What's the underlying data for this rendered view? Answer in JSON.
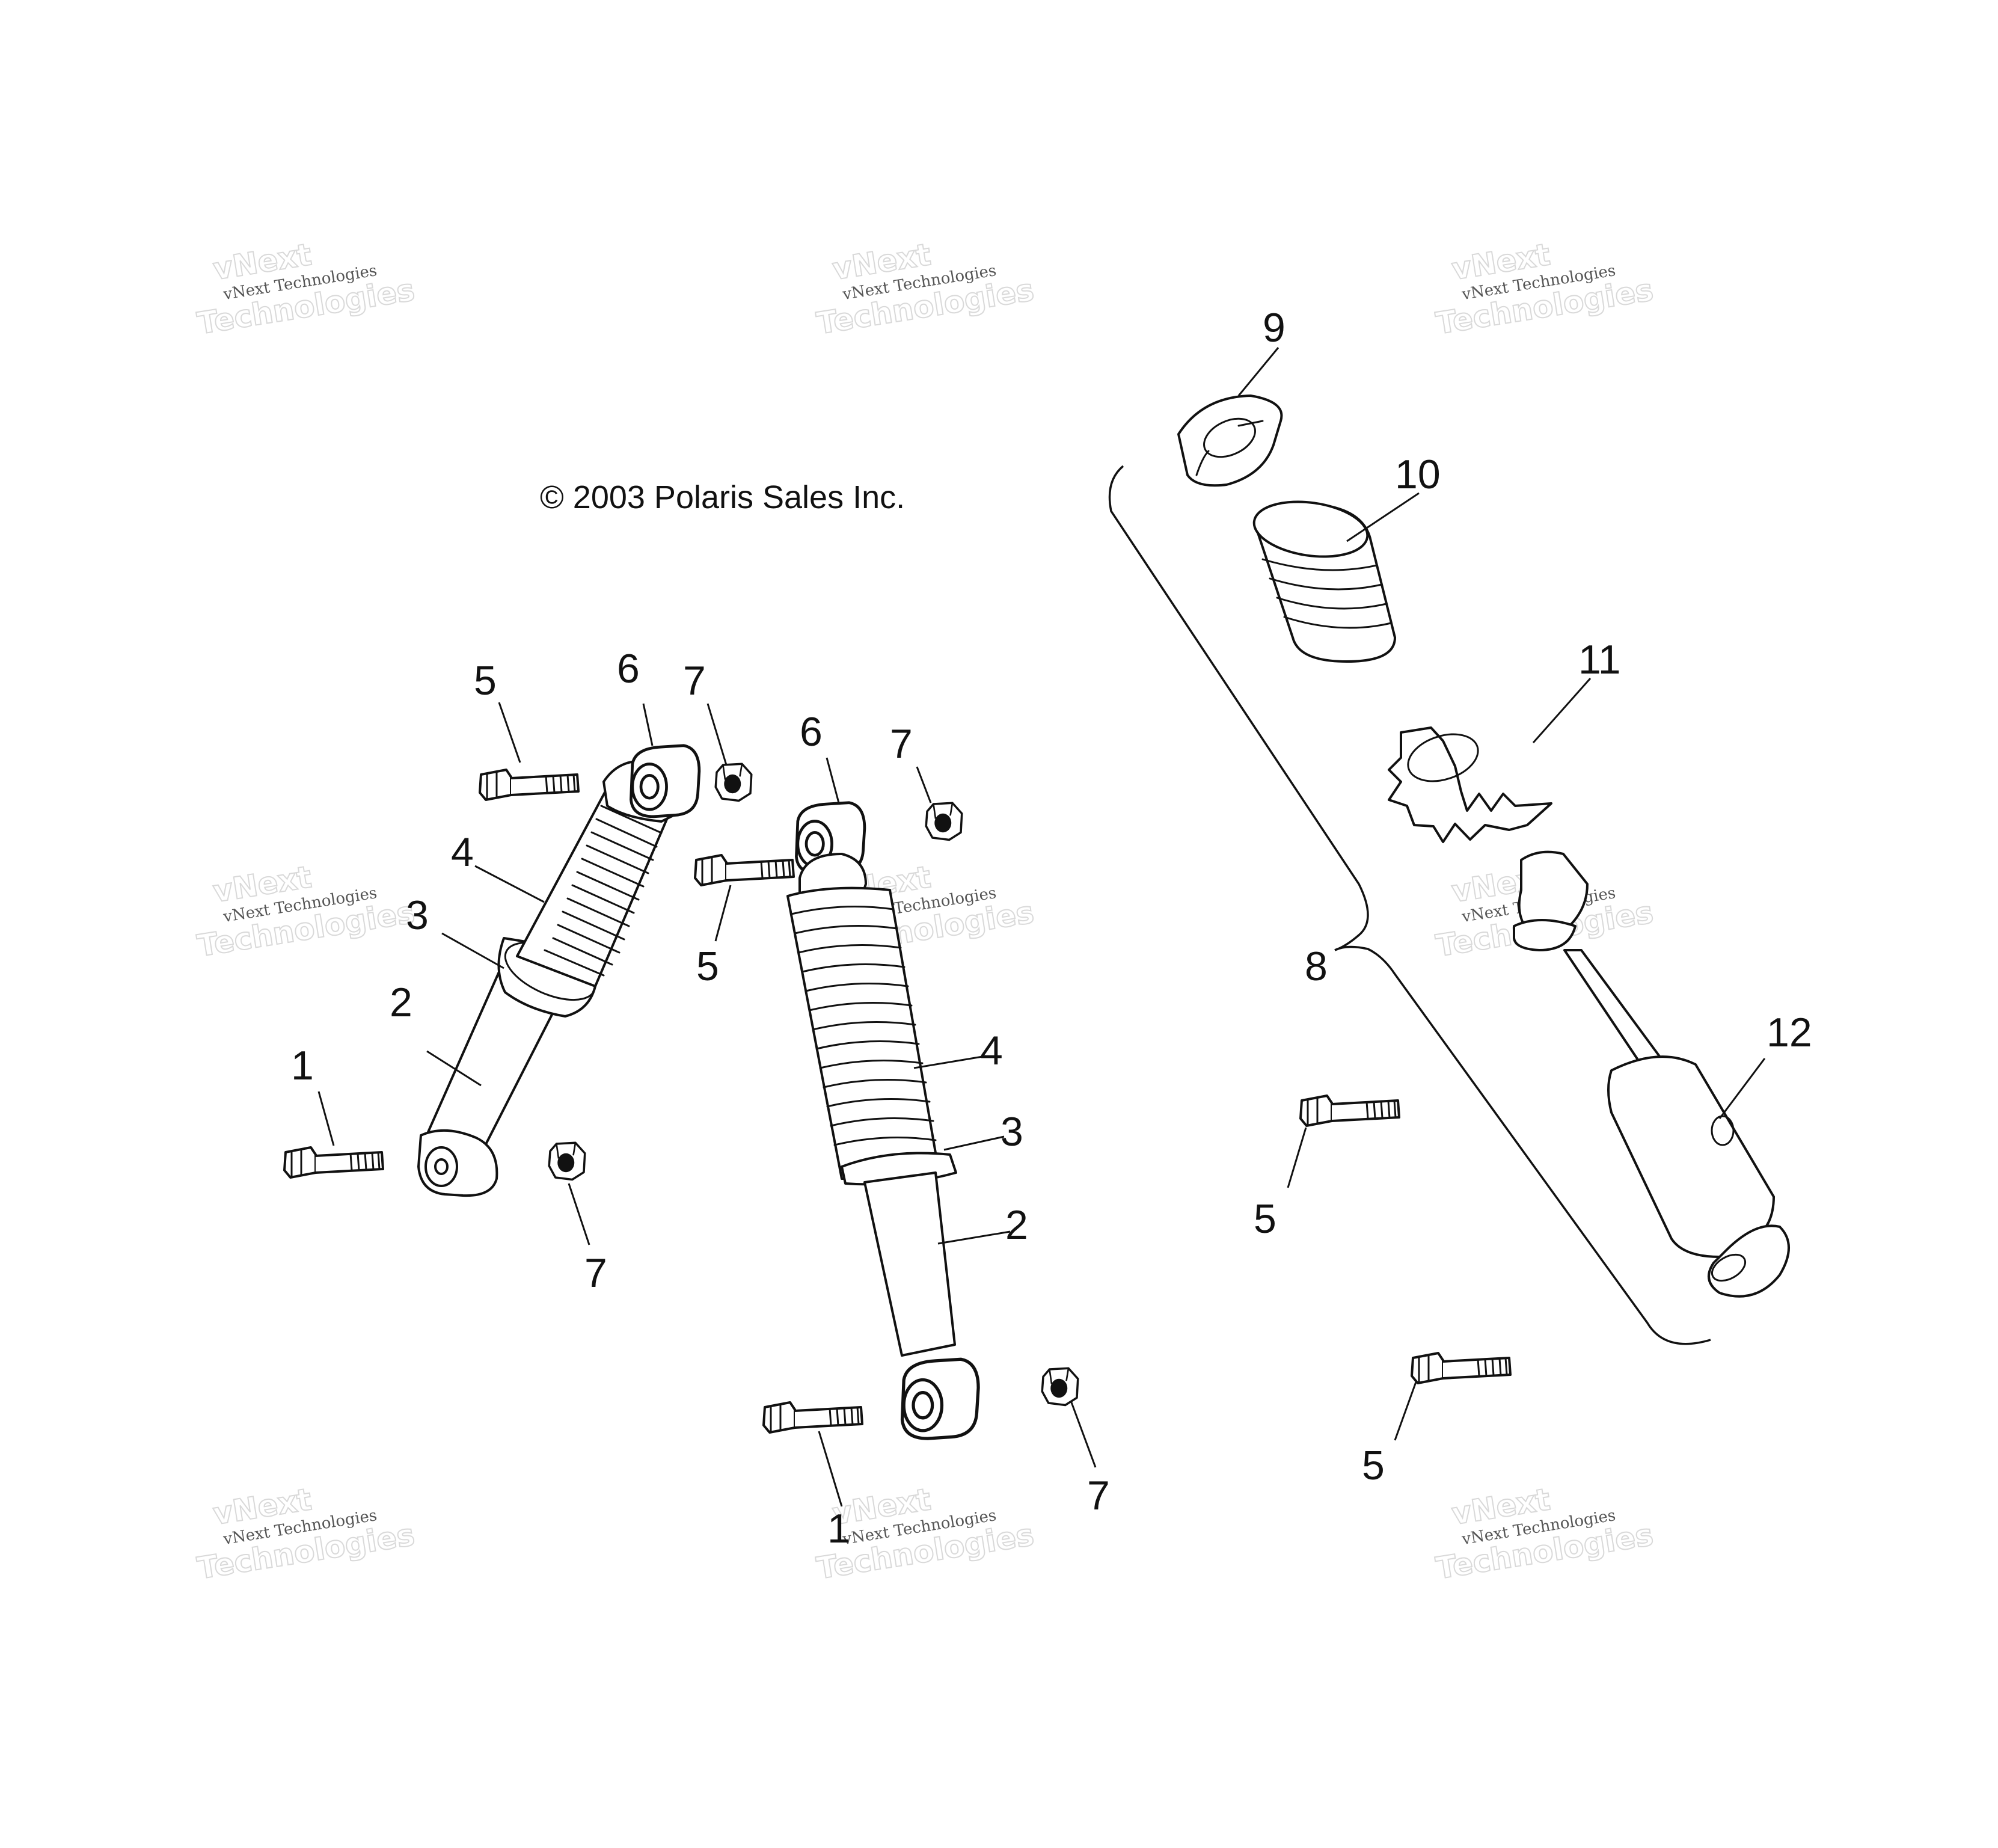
{
  "copyright": "© 2003 Polaris Sales Inc.",
  "watermark": {
    "line1": "vNext",
    "line2": "vNext Technologies",
    "line3": "Technologies"
  },
  "callouts": {
    "left_shock": {
      "bolt_lower": "1",
      "body": "2",
      "retainer": "3",
      "spring": "4",
      "bolt_upper": "5",
      "bushing": "6",
      "nut_upper": "7",
      "nut_lower": "7"
    },
    "center_shock": {
      "bolt_lower": "1",
      "body": "2",
      "retainer": "3",
      "spring": "4",
      "bolt_upper": "5",
      "bushing": "6",
      "nut_upper": "7",
      "nut_lower": "7"
    },
    "right_assembly": {
      "assembly": "8",
      "clip": "9",
      "spring": "10",
      "adjuster": "11",
      "damper": "12",
      "bolt_upper": "5",
      "bolt_lower": "5"
    }
  }
}
